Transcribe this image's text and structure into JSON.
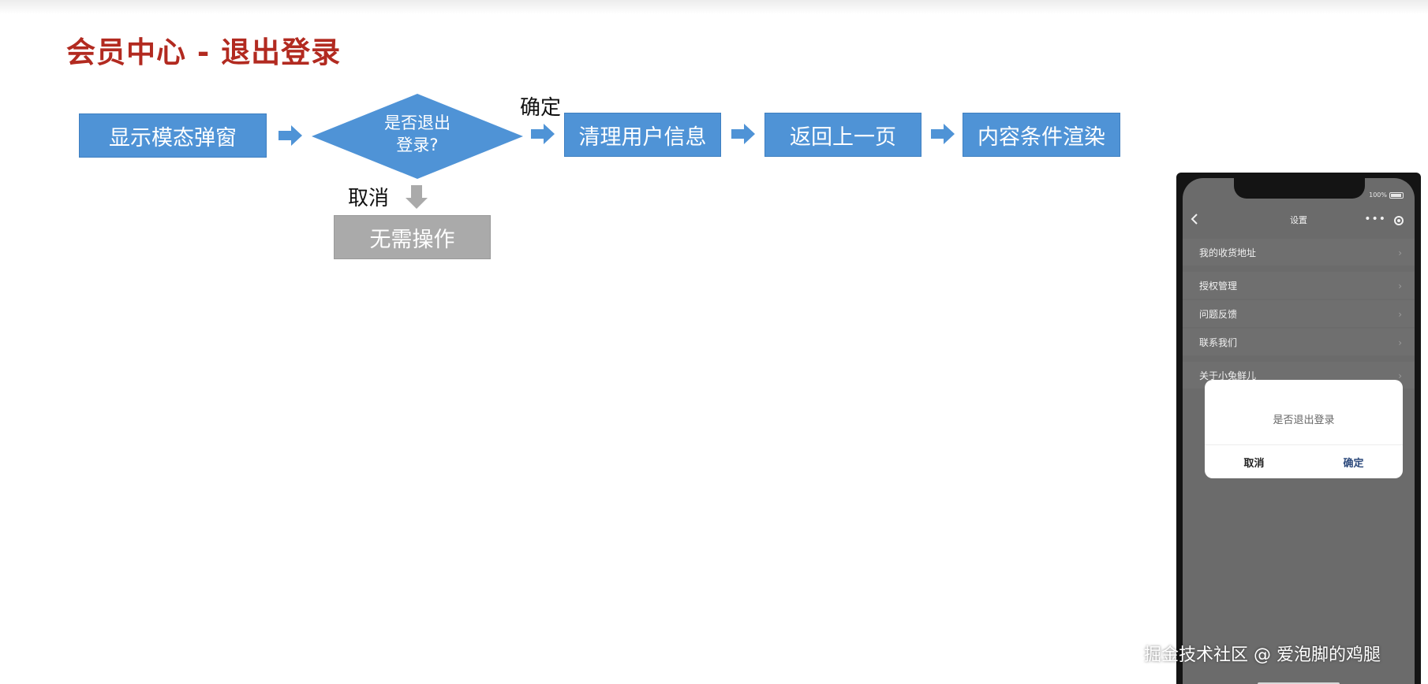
{
  "slide": {
    "title": "会员中心 - 退出登录"
  },
  "flow": {
    "step_show_modal": "显示模态弹窗",
    "decision_line1": "是否退出",
    "decision_line2": "登录?",
    "confirm_label": "确定",
    "cancel_label": "取消",
    "step_clear_user": "清理用户信息",
    "step_go_back": "返回上一页",
    "step_conditional_render": "内容条件渲染",
    "step_no_action": "无需操作",
    "colors": {
      "process_box": "#4f93d6",
      "inactive_box": "#aaaaaa",
      "title": "#b22a20"
    }
  },
  "phone": {
    "battery_text": "100%",
    "nav_title": "设置",
    "menu_items": [
      "我的收货地址",
      "授权管理",
      "问题反馈",
      "联系我们",
      "关于小兔鲜儿"
    ],
    "dialog": {
      "message": "是否退出登录",
      "cancel": "取消",
      "confirm": "确定"
    }
  },
  "watermark": "掘金技术社区 @ 爱泡脚的鸡腿"
}
